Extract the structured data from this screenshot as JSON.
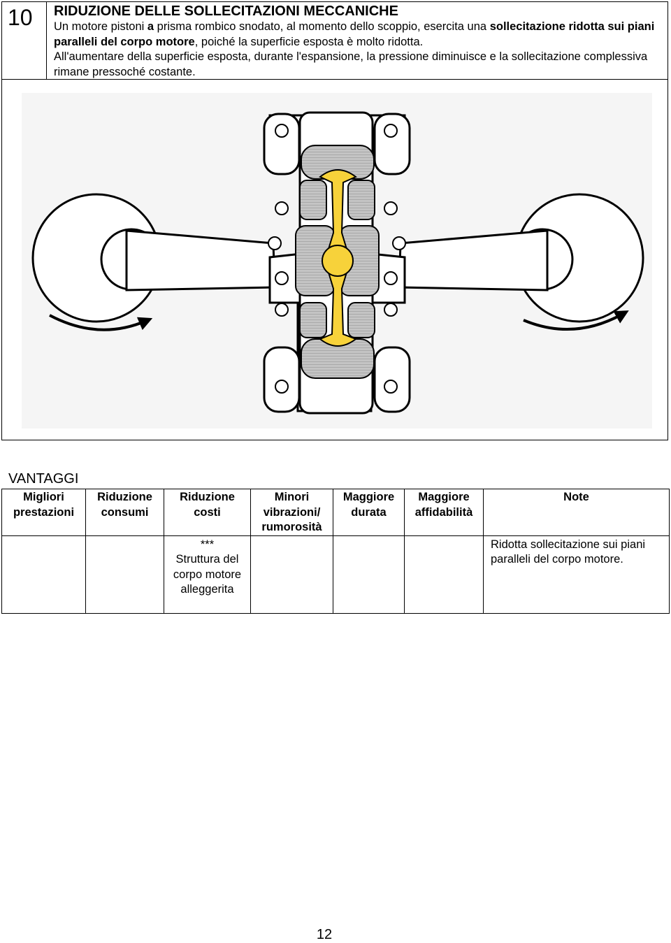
{
  "section": {
    "number": "10",
    "title": "RIDUZIONE DELLE SOLLECITAZIONI MECCANICHE",
    "p1": "Un motore pistoni ",
    "p2": "a",
    "p3": " prisma rombico snodato, al momento dello scoppio, esercita una ",
    "p4": "sollecitazione ridotta sui piani paralleli del corpo motore",
    "p5": ", poiché la superficie esposta è molto ridotta.",
    "p6": "All'aumentare della superficie esposta, durante l'espansione, la pressione diminuisce e la sollecitazione complessiva rimane pressoché costante."
  },
  "vantaggi": {
    "title": "VANTAGGI",
    "headers": [
      "Migliori prestazioni",
      "Riduzione consumi",
      "Riduzione costi",
      "Minori vibrazioni/ rumorosità",
      "Maggiore durata",
      "Maggiore affidabilità",
      "Note"
    ],
    "row": [
      "",
      "",
      "***\nStruttura del corpo motore alleggerita",
      "",
      "",
      "",
      "Ridotta sollecitazione sui piani paralleli del corpo motore."
    ],
    "costi_stars": "***",
    "costi_text": "Struttura del corpo motore alleggerita"
  },
  "page_number": "12",
  "colors": {
    "yellow": "#f7d23a",
    "gray": "#c9c9c9",
    "grid": "#f2f2f2"
  }
}
